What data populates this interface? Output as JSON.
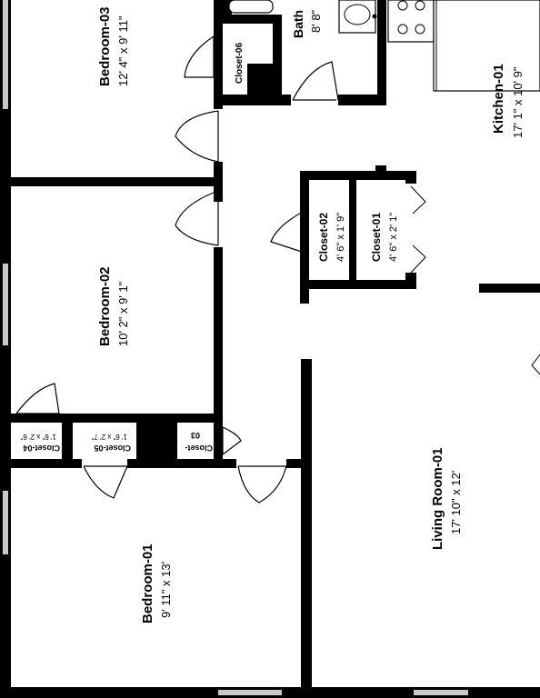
{
  "rooms": [
    {
      "name": "Bedroom-03",
      "dims": "12' 4\" x 9' 11\""
    },
    {
      "name": "Bathroom",
      "dims": "8' 8\""
    },
    {
      "name": "Closet-06",
      "dims": ""
    },
    {
      "name": "Kitchen-01",
      "dims": "17' 1\" x 10' 9\""
    },
    {
      "name": "Closet-02",
      "dims": "4' 6\" x 1' 9\""
    },
    {
      "name": "Closet-01",
      "dims": "4' 6\" x 2' 1\""
    },
    {
      "name": "Bedroom-02",
      "dims": "10' 2\" x 9' 1\""
    },
    {
      "name": "Closet-04",
      "dims": "1' 6\" x 2' 6\""
    },
    {
      "name": "Closet-05",
      "dims": "1' 6\" x 2' 7\""
    },
    {
      "name": "Closet-03",
      "dims": ""
    },
    {
      "name": "Living Room-01",
      "dims": "17' 10\" x 12'"
    },
    {
      "name": "Bedroom-01",
      "dims": "9' 11\" x 13'"
    }
  ],
  "bathroom_label_visible": "Bath",
  "closet03_lines": [
    "Closet-",
    "03"
  ],
  "colors": {
    "wall": "#000000",
    "background": "#ffffff",
    "window": "#c8c8c8"
  }
}
